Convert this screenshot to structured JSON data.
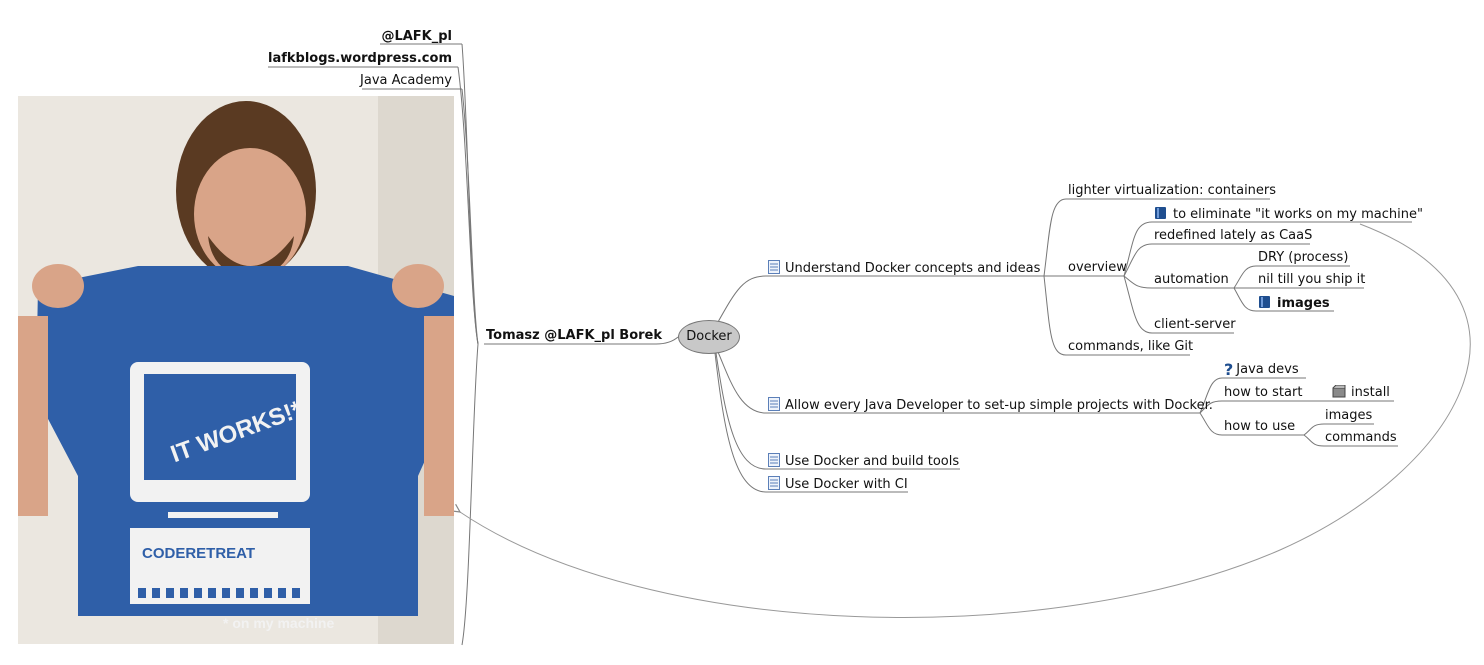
{
  "center": "Docker",
  "left": {
    "author": "Tomasz @LAFK_pl Borek",
    "handle": "@LAFK_pl",
    "blog": "lafkblogs.wordpress.com",
    "org": "Java Academy",
    "photo": {
      "shirt_text": "IT WORKS!*",
      "brand": "CODERETREAT",
      "footnote": "* on my machine"
    }
  },
  "branches": {
    "b1": {
      "label": "Understand Docker concepts and ideas",
      "children": {
        "lighter": "lighter virtualization: containers",
        "overview": {
          "label": "overview",
          "items": {
            "eliminate": "to eliminate \"it works on my machine\"",
            "caas": "redefined lately as CaaS",
            "automation": {
              "label": "automation",
              "items": {
                "dry": "DRY (process)",
                "nil": "nil till you ship it",
                "images": "images"
              }
            },
            "client": "client-server"
          }
        },
        "commands": "commands, like Git"
      }
    },
    "b2": {
      "label": "Allow every Java Developer to set-up simple projects with Docker.",
      "children": {
        "java_devs": "Java devs",
        "how_start": {
          "label": "how to start",
          "install": "install"
        },
        "how_use": {
          "label": "how to use",
          "images": "images",
          "commands": "commands"
        }
      }
    },
    "b3": {
      "label": "Use Docker and build tools"
    },
    "b4": {
      "label": "Use Docker with CI"
    }
  },
  "colors": {
    "line": "#777777",
    "node": "#c8c8c8",
    "shirt": "#2f5fa8",
    "icon_blue": "#1f4e8f"
  },
  "icons": [
    "notes-icon",
    "book-icon",
    "question-icon",
    "package-icon"
  ]
}
